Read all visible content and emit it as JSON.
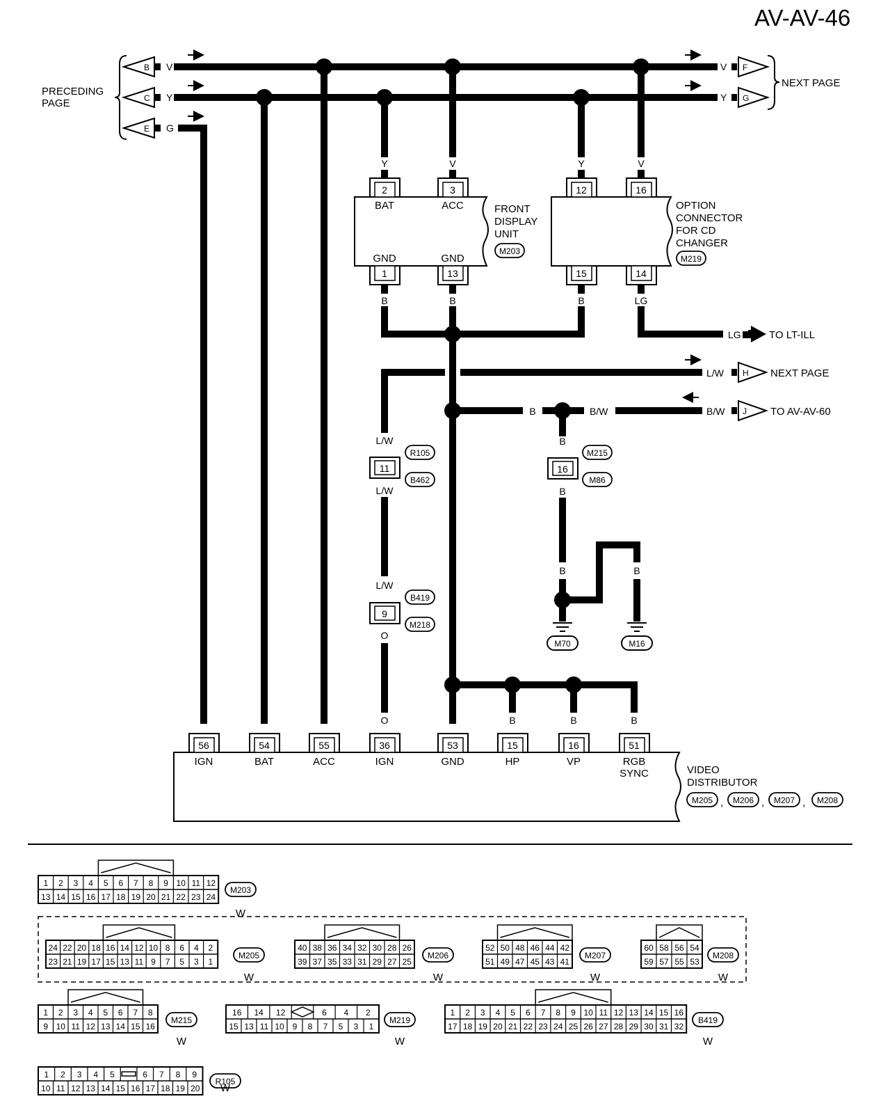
{
  "page_id": "AV-AV-46",
  "left_ref": "PRECEDING PAGE",
  "right_ref": "NEXT PAGE",
  "next_page_label": "NEXT PAGE",
  "lt_ill_label": "TO LT-ILL",
  "av60_label": "TO AV-AV-60",
  "wires": {
    "V": "V",
    "Y": "Y",
    "G": "G",
    "B": "B",
    "LG": "LG",
    "LW": "L/W",
    "BW": "B/W",
    "O": "O"
  },
  "terminals": {
    "B": "B",
    "C": "C",
    "E": "E",
    "F": "F",
    "G": "G",
    "H": "H",
    "J": "J"
  },
  "front_display": {
    "name": "FRONT DISPLAY UNIT",
    "code": "M203",
    "pins": [
      {
        "num": "2",
        "name": "BAT"
      },
      {
        "num": "3",
        "name": "ACC"
      },
      {
        "num": "1",
        "name": "GND"
      },
      {
        "num": "13",
        "name": "GND"
      }
    ]
  },
  "option_connector": {
    "name": "OPTION CONNECTOR FOR CD CHANGER",
    "code": "M219",
    "pins": [
      "12",
      "16",
      "15",
      "14"
    ]
  },
  "joints": {
    "r105": {
      "pin": "11",
      "top": "R105",
      "bottom": "B462"
    },
    "m215": {
      "pin": "16",
      "top": "M215",
      "bottom": "M86"
    },
    "b419": {
      "pin": "9",
      "top": "B419",
      "bottom": "M218"
    }
  },
  "grounds": [
    "M70",
    "M16"
  ],
  "video_distributor": {
    "name": "VIDEO DISTRIBUTOR",
    "codes": [
      "M205",
      "M206",
      "M207",
      "M208"
    ],
    "pins": [
      {
        "num": "56",
        "name": "IGN",
        "wire": "G"
      },
      {
        "num": "54",
        "name": "BAT",
        "wire": "Y"
      },
      {
        "num": "55",
        "name": "ACC",
        "wire": "V"
      },
      {
        "num": "36",
        "name": "IGN",
        "wire": "O"
      },
      {
        "num": "53",
        "name": "GND",
        "wire": "B"
      },
      {
        "num": "15",
        "name": "HP",
        "wire": "B"
      },
      {
        "num": "16",
        "name": "VP",
        "wire": "B"
      },
      {
        "num": "51",
        "name": "RGB SYNC",
        "wire": "B"
      }
    ]
  },
  "connector_color": "W",
  "connectors": [
    {
      "code": "M203",
      "row1": [
        "1",
        "2",
        "3",
        "4",
        "5",
        "6",
        "7",
        "8",
        "9",
        "10",
        "11",
        "12"
      ],
      "row2": [
        "13",
        "14",
        "15",
        "16",
        "17",
        "18",
        "19",
        "20",
        "21",
        "22",
        "23",
        "24"
      ]
    },
    {
      "code": "M205",
      "row1": [
        "24",
        "22",
        "20",
        "18",
        "16",
        "14",
        "12",
        "10",
        "8",
        "6",
        "4",
        "2"
      ],
      "row2": [
        "23",
        "21",
        "19",
        "17",
        "15",
        "13",
        "11",
        "9",
        "7",
        "5",
        "3",
        "1"
      ]
    },
    {
      "code": "M206",
      "row1": [
        "40",
        "38",
        "36",
        "34",
        "32",
        "30",
        "28",
        "26"
      ],
      "row2": [
        "39",
        "37",
        "35",
        "33",
        "31",
        "29",
        "27",
        "25"
      ]
    },
    {
      "code": "M207",
      "row1": [
        "52",
        "50",
        "48",
        "46",
        "44",
        "42"
      ],
      "row2": [
        "51",
        "49",
        "47",
        "45",
        "43",
        "41"
      ]
    },
    {
      "code": "M208",
      "row1": [
        "60",
        "58",
        "56",
        "54"
      ],
      "row2": [
        "59",
        "57",
        "55",
        "53"
      ]
    },
    {
      "code": "M215",
      "row1": [
        "1",
        "2",
        "3",
        "4",
        "5",
        "6",
        "7",
        "8"
      ],
      "row2": [
        "9",
        "10",
        "11",
        "12",
        "13",
        "14",
        "15",
        "16"
      ]
    },
    {
      "code": "M219",
      "row1": [
        "16",
        "14",
        "12",
        "",
        "6",
        "4",
        "2"
      ],
      "row2": [
        "15",
        "13",
        "11",
        "10",
        "9",
        "8",
        "7",
        "5",
        "3",
        "1"
      ]
    },
    {
      "code": "B419",
      "row1": [
        "1",
        "2",
        "3",
        "4",
        "5",
        "6",
        "7",
        "8",
        "9",
        "10",
        "11",
        "12",
        "13",
        "14",
        "15",
        "16"
      ],
      "row2": [
        "17",
        "18",
        "19",
        "20",
        "21",
        "22",
        "23",
        "24",
        "25",
        "26",
        "27",
        "28",
        "29",
        "30",
        "31",
        "32"
      ]
    },
    {
      "code": "R105",
      "row1": [
        "1",
        "2",
        "3",
        "4",
        "5",
        "",
        "6",
        "7",
        "8",
        "9"
      ],
      "row2": [
        "10",
        "11",
        "12",
        "13",
        "14",
        "15",
        "16",
        "17",
        "18",
        "19",
        "20"
      ]
    }
  ]
}
